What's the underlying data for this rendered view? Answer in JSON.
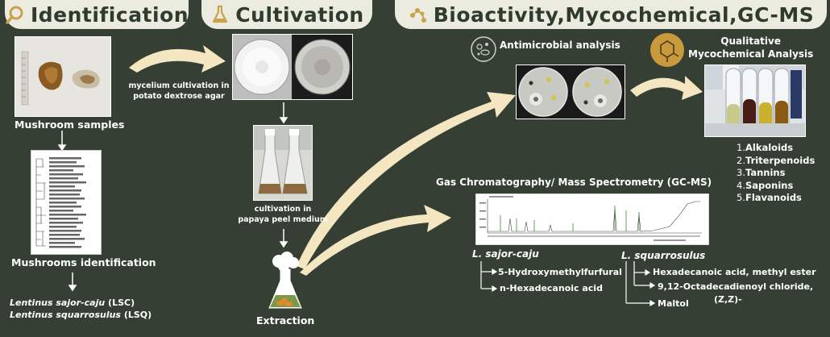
{
  "banners": {
    "identification": "Identification",
    "cultivation": "Cultivation",
    "bioactivity": "Bioactivity,Mycochemical,GC-MS"
  },
  "identification": {
    "samples_label": "Mushroom samples",
    "identification_label": "Mushrooms identification",
    "species": [
      "Lentinus sajor-caju",
      "Lentinus squarrosulus"
    ],
    "species_codes": [
      "(LSC)",
      "(LSQ)"
    ]
  },
  "cultivation": {
    "pda_caption": [
      "mycelium cultivation  in",
      "potato dextrose agar"
    ],
    "papaya_caption": [
      "cultivation  in",
      "papaya peel medium"
    ],
    "extraction_label": "Extraction"
  },
  "bioactivity": {
    "antimicrobial_label": "Antimicrobial analysis",
    "qualitative_label": [
      "Qualitative",
      "Mycochemical Analysis"
    ],
    "tests": [
      {
        "num": "1.",
        "name": "Alkaloids"
      },
      {
        "num": "2.",
        "name": "Triterpenoids"
      },
      {
        "num": "3.",
        "name": "Tannins"
      },
      {
        "num": "4.",
        "name": "Saponins"
      },
      {
        "num": "5.",
        "name": "Flavanoids"
      }
    ],
    "gcms_label": "Gas Chromatography/ Mass Spectrometry (GC-MS)",
    "lsc": {
      "name": "L. sajor-caju",
      "compounds": [
        "5-Hydroxymethylfurfural",
        "n-Hexadecanoic acid"
      ]
    },
    "lsq": {
      "name": "L. squarrosulus",
      "compounds": [
        "Hexadecanoic acid, methyl ester",
        "9,12-Octadecadienoyl chloride,",
        "(Z,Z)-",
        "Maltol"
      ]
    }
  },
  "colors": {
    "background": "#353f33",
    "banner": "#ecebe0",
    "arrow": "#f3e6c0",
    "banner_text": "#2f3b2e"
  }
}
